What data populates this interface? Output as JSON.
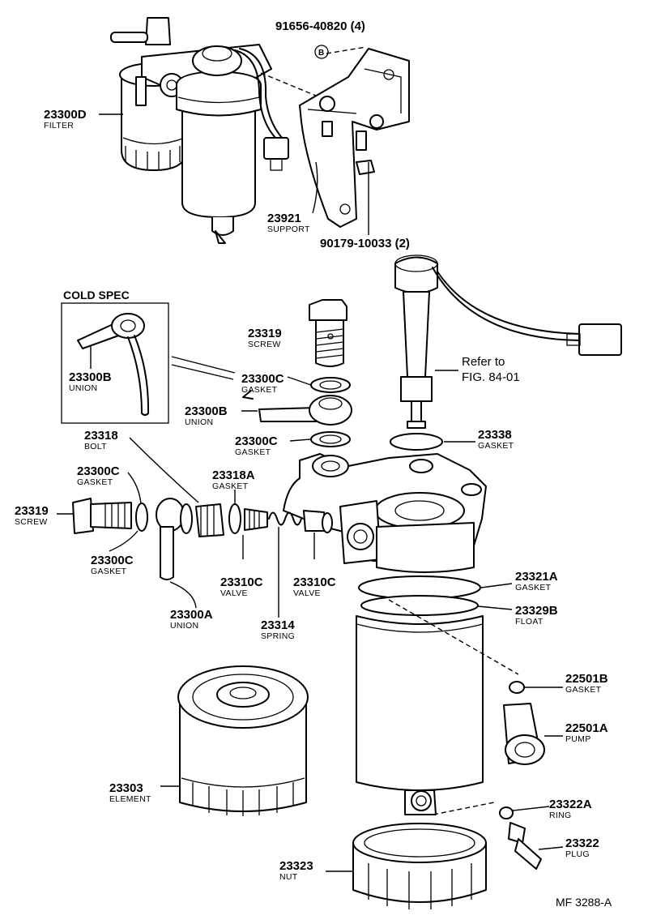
{
  "diagram_code": "MF 3288-A",
  "cold_spec": {
    "title": "COLD SPEC",
    "part_number": "23300B",
    "part_name": "UNION"
  },
  "reference": {
    "line1": "Refer to",
    "line2": "FIG. 84-01"
  },
  "bolt_marker": "B",
  "callouts": [
    {
      "id": "91656",
      "number": "91656-40820 (4)",
      "name": ""
    },
    {
      "id": "23300D",
      "number": "23300D",
      "name": "FILTER"
    },
    {
      "id": "23921",
      "number": "23921",
      "name": "SUPPORT"
    },
    {
      "id": "90179",
      "number": "90179-10033 (2)",
      "name": ""
    },
    {
      "id": "23319-top",
      "number": "23319",
      "name": "SCREW"
    },
    {
      "id": "23300C-a",
      "number": "23300C",
      "name": "GASKET"
    },
    {
      "id": "23300B",
      "number": "23300B",
      "name": "UNION"
    },
    {
      "id": "23300C-b",
      "number": "23300C",
      "name": "GASKET"
    },
    {
      "id": "23338",
      "number": "23338",
      "name": "GASKET"
    },
    {
      "id": "23318",
      "number": "23318",
      "name": "BOLT"
    },
    {
      "id": "23300C-c",
      "number": "23300C",
      "name": "GASKET"
    },
    {
      "id": "23318A",
      "number": "23318A",
      "name": "GASKET"
    },
    {
      "id": "23319-left",
      "number": "23319",
      "name": "SCREW"
    },
    {
      "id": "23300C-d",
      "number": "23300C",
      "name": "GASKET"
    },
    {
      "id": "23310C-a",
      "number": "23310C",
      "name": "VALVE"
    },
    {
      "id": "23310C-b",
      "number": "23310C",
      "name": "VALVE"
    },
    {
      "id": "23300A",
      "number": "23300A",
      "name": "UNION"
    },
    {
      "id": "23314",
      "number": "23314",
      "name": "SPRING"
    },
    {
      "id": "23321A",
      "number": "23321A",
      "name": "GASKET"
    },
    {
      "id": "23329B",
      "number": "23329B",
      "name": "FLOAT"
    },
    {
      "id": "22501B",
      "number": "22501B",
      "name": "GASKET"
    },
    {
      "id": "22501A",
      "number": "22501A",
      "name": "PUMP"
    },
    {
      "id": "23303",
      "number": "23303",
      "name": "ELEMENT"
    },
    {
      "id": "23322A",
      "number": "23322A",
      "name": "RING"
    },
    {
      "id": "23322",
      "number": "23322",
      "name": "PLUG"
    },
    {
      "id": "23323",
      "number": "23323",
      "name": "NUT"
    }
  ]
}
